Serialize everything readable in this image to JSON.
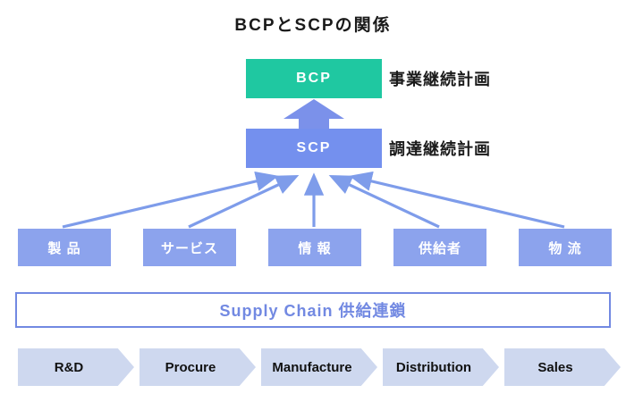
{
  "title": "BCPとSCPの関係",
  "bcp": {
    "box_label": "BCP",
    "side_label": "事業継続計画",
    "color": "#1fc8a1"
  },
  "scp": {
    "box_label": "SCP",
    "side_label": "調達継続計画",
    "color": "#7490ee"
  },
  "supply_elements": [
    {
      "label": "製 品"
    },
    {
      "label": "サービス"
    },
    {
      "label": "情 報"
    },
    {
      "label": "供給者"
    },
    {
      "label": "物 流"
    }
  ],
  "supply_chain_banner": "Supply Chain 供給連鎖",
  "process_steps": [
    {
      "label": "R&D"
    },
    {
      "label": "Procure"
    },
    {
      "label": "Manufacture"
    },
    {
      "label": "Distribution"
    },
    {
      "label": "Sales"
    }
  ],
  "colors": {
    "bcp_green": "#1fc8a1",
    "scp_blue": "#7490ee",
    "element_blue": "#8ca3ed",
    "arrow_blue": "#7e9cea",
    "banner_blue": "#7289e2",
    "chevron_gray_blue": "#ced8ef",
    "text_black": "#1a1a1a"
  }
}
